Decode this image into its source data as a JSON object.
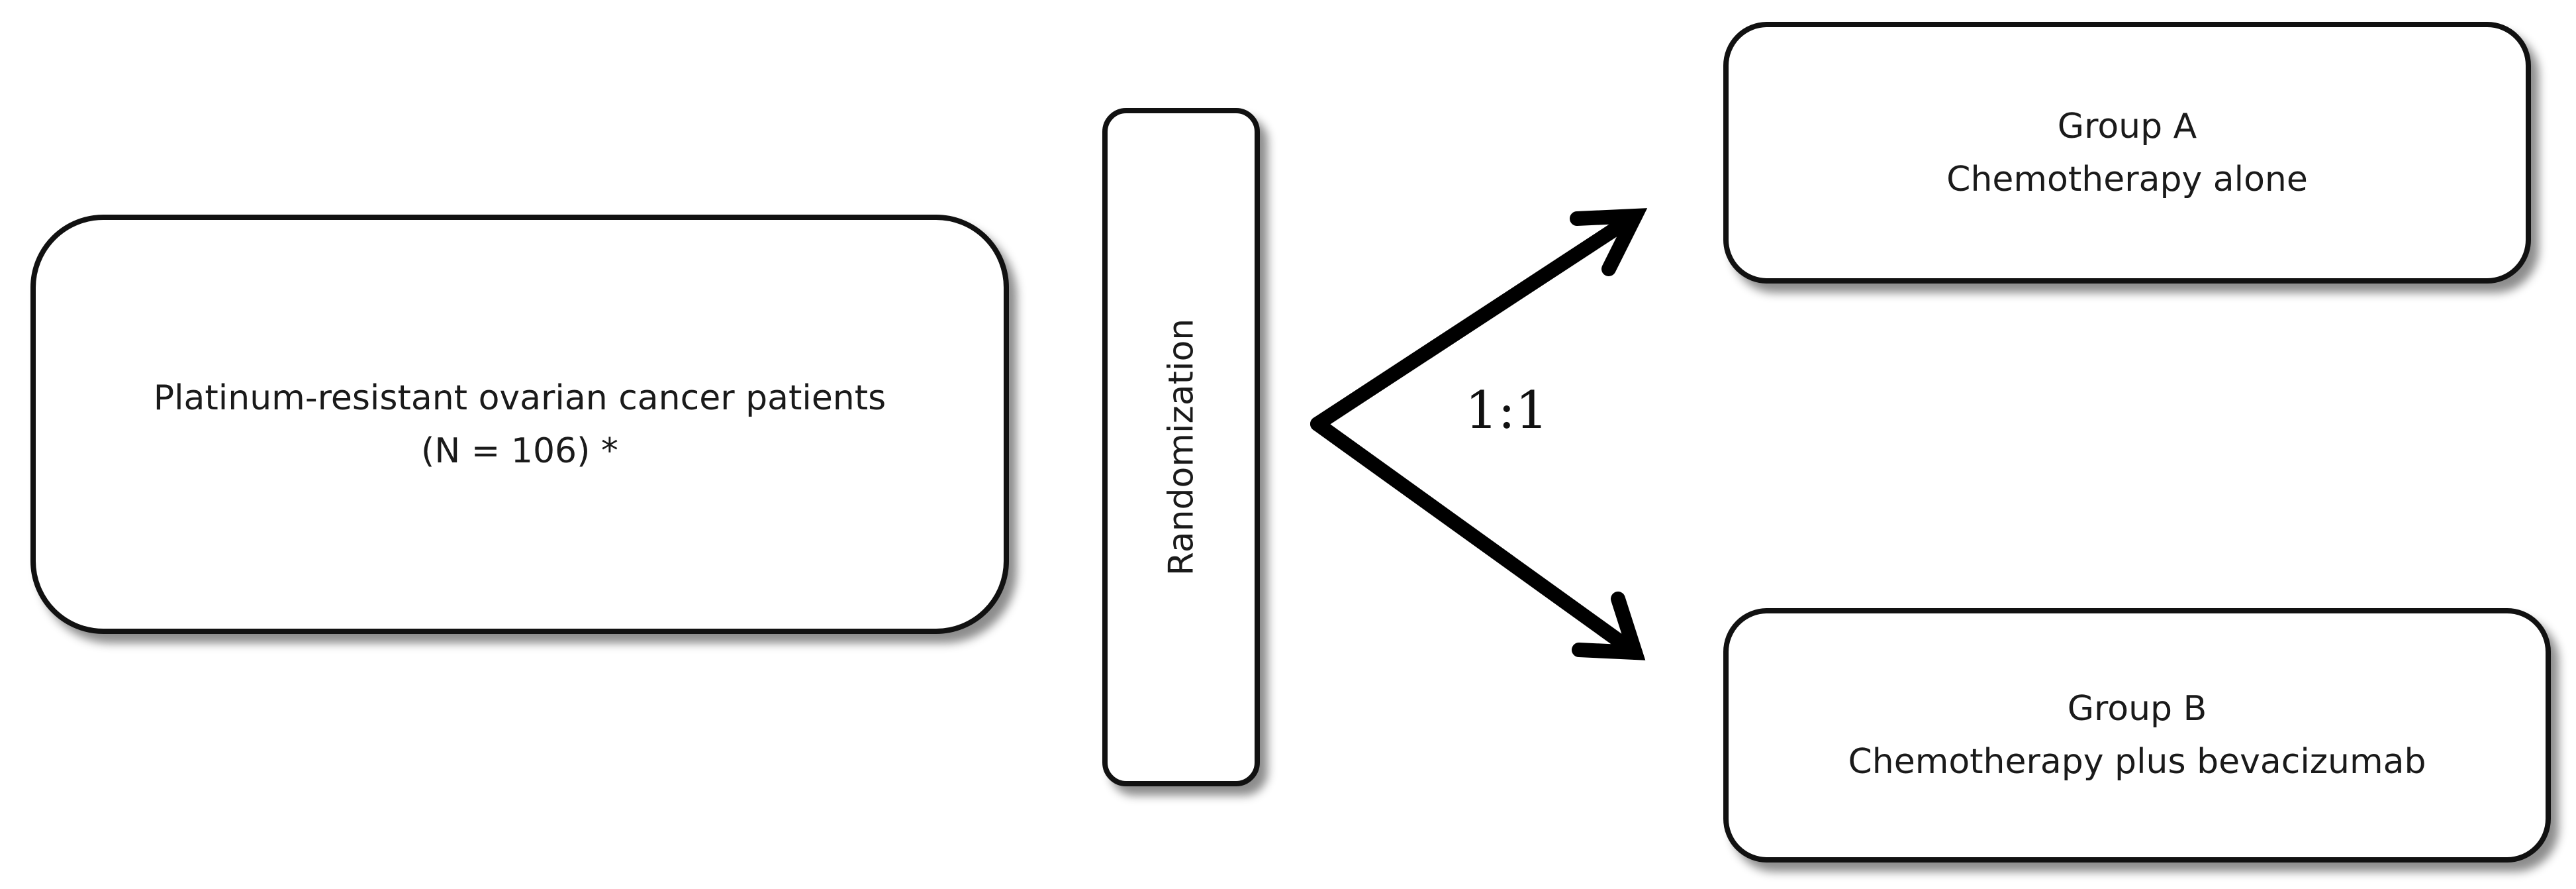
{
  "diagram": {
    "source_box": {
      "line1": "Platinum-resistant ovarian cancer patients",
      "line2": "(N = 106) *"
    },
    "randomization_box": {
      "label": "Randomization"
    },
    "ratio_label": "1:1",
    "group_a": {
      "line1": "Group A",
      "line2": "Chemotherapy alone"
    },
    "group_b": {
      "line1": "Group B",
      "line2": "Chemotherapy plus bevacizumab"
    }
  }
}
